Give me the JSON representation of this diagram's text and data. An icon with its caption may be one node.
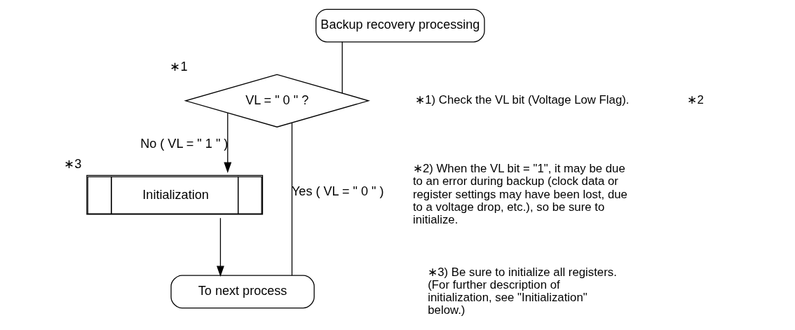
{
  "diagram": {
    "nodes": [
      {
        "text": [
          "Backup recovery processing"
        ]
      },
      {
        "text": [
          "VL = \" 0 \" ?"
        ],
        "beside": [
          "∗1"
        ]
      },
      {
        "text": [
          "Initialization"
        ],
        "beside": [
          "∗3"
        ]
      },
      {
        "text": [
          "To next process"
        ]
      }
    ],
    "edges": [
      {
        "from": 0,
        "to": 1,
        "arrow": "none"
      },
      {
        "from": 1,
        "to": 2,
        "arrow": "to",
        "label": "No ( VL = \" 1 \" )"
      },
      {
        "from": 1,
        "to": 3,
        "arrow": "none",
        "label": "Yes ( VL = \" 0 \" )"
      },
      {
        "from": 2,
        "to": 3,
        "arrow": "to"
      }
    ],
    "labels": [
      "∗2",
      "∗1) Check the VL bit (Voltage Low Flag).",
      "∗2) When the VL bit = \"1\", it may be due to an error during backup (clock data or register settings may have been lost, due to a voltage drop, etc.), so be sure to initialize.",
      "∗3) Be sure to initialize all registers. (For further description of initialization, see \"Initialization\" below.)"
    ]
  }
}
